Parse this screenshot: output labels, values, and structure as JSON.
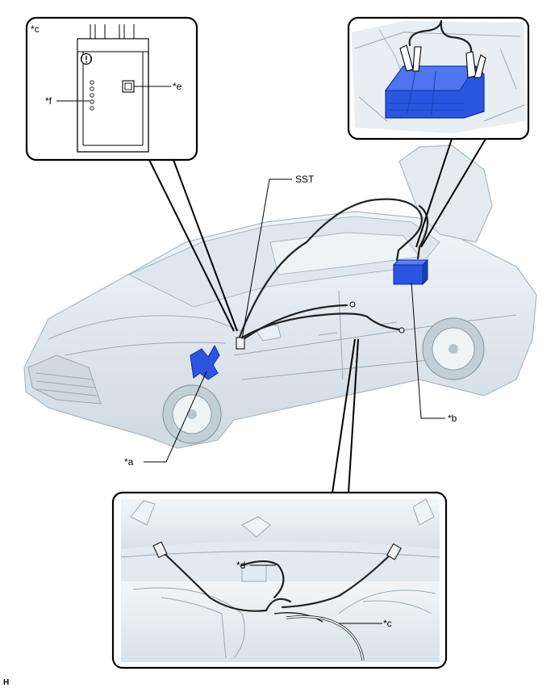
{
  "labels": {
    "a": "*a",
    "b": "*b",
    "c_inset": "*c",
    "c_bottom": "*c",
    "d": "*d",
    "e": "*e",
    "f": "*f",
    "sst": "SST"
  },
  "figure_code": "H",
  "icons": {
    "device_warning": "exclamation-circle-icon",
    "battery": "battery-icon"
  },
  "colors": {
    "highlight_blue": "#2a55e0",
    "car_body": "#e6edf1",
    "line": "#000000"
  }
}
